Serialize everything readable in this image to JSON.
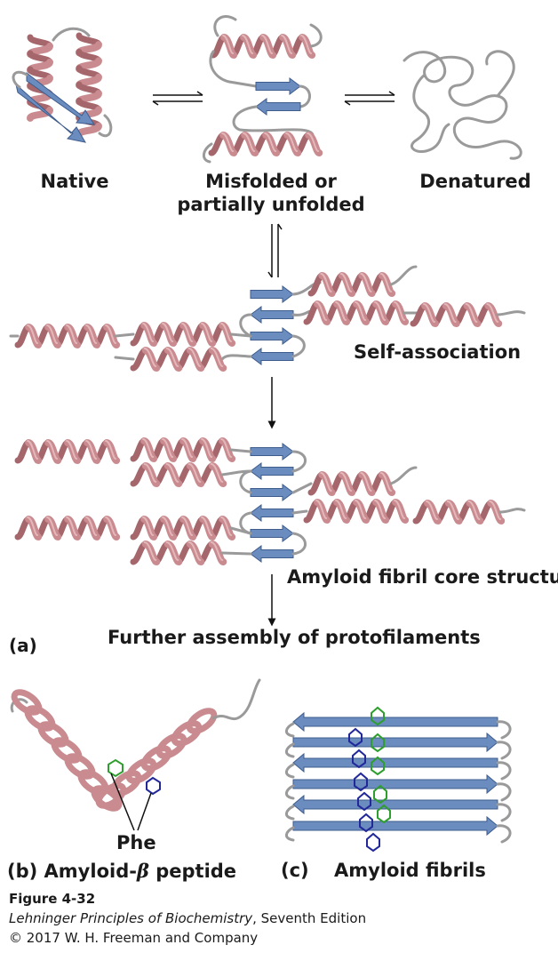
{
  "states": {
    "native": "Native",
    "misfolded_line1": "Misfolded or",
    "misfolded_line2": "partially unfolded",
    "denatured": "Denatured"
  },
  "steps": {
    "self_association": "Self-association",
    "fibril_core": "Amyloid fibril core structure",
    "further_assembly": "Further assembly of protofilaments"
  },
  "panels": {
    "a_tag": "(a)",
    "b_tag": "(b)",
    "b_title_prefix": "Amyloid-",
    "b_title_symbol": "β",
    "b_title_suffix": " peptide",
    "b_residue_label": "Phe",
    "c_tag": "(c)",
    "c_title": "Amyloid fibrils"
  },
  "caption": {
    "figure": "Figure 4-32",
    "book_title": "Lehninger Principles of Biochemistry",
    "book_edition": ", Seventh Edition",
    "copyright": "© 2017 W. H. Freeman and Company"
  },
  "colors": {
    "helix": "#c98b8f",
    "strand": "#6a8cbf",
    "coil": "#9a9a9a",
    "phe_green": "#2e9e2e",
    "phe_blue": "#22289a"
  }
}
